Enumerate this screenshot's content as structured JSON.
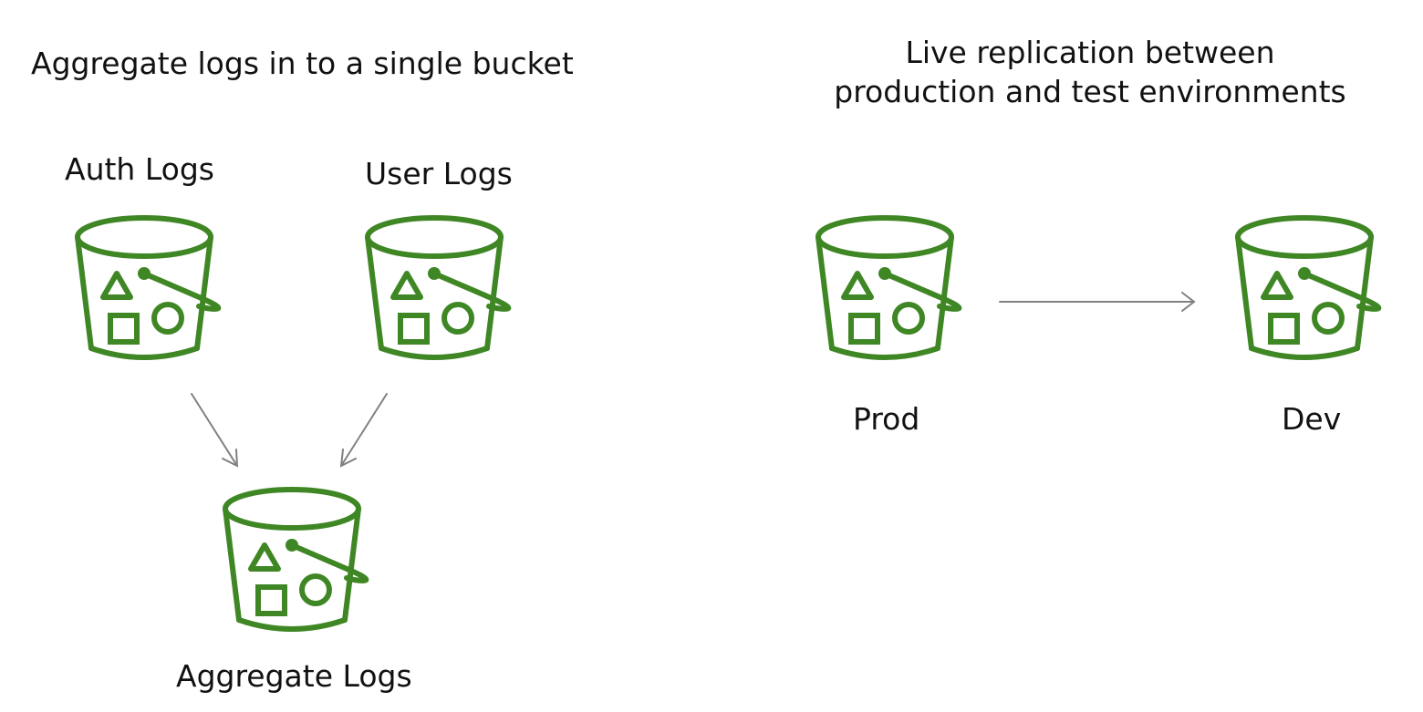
{
  "left_panel": {
    "title": "Aggregate logs in to a single bucket",
    "buckets": {
      "auth": "Auth Logs",
      "user": "User Logs",
      "aggregate": "Aggregate Logs"
    }
  },
  "right_panel": {
    "title_line1": "Live replication between",
    "title_line2": "production and test environments",
    "buckets": {
      "prod": "Prod",
      "dev": "Dev"
    }
  },
  "colors": {
    "bucket": "#3f8624",
    "arrow": "#808080",
    "text": "#111111"
  },
  "icons": [
    "s3-bucket-icon",
    "arrow-icon"
  ]
}
